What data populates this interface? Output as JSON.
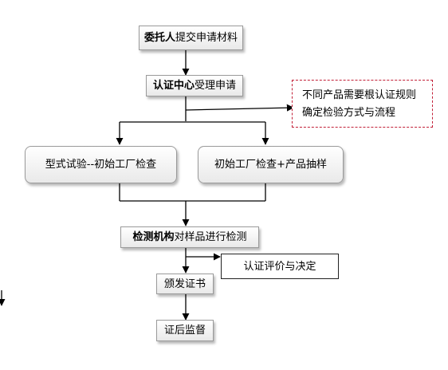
{
  "steps": {
    "submit": {
      "bold": "委托人",
      "rest": "提交申请材料"
    },
    "accept": {
      "bold": "认证中心",
      "rest": "受理申请"
    },
    "type_test": {
      "label": "型式试验--初始工厂检查"
    },
    "sampling": {
      "label": "初始工厂检查+产品抽样"
    },
    "lab_test": {
      "bold": "检测机构",
      "rest": "对样品进行检测"
    },
    "issue": {
      "label": "颁发证书"
    },
    "supervise": {
      "label": "证后监督"
    }
  },
  "notes": {
    "rules": {
      "line1": "不同产品需要根认证规则",
      "line2": "确定检验方式与流程"
    },
    "evaluation": {
      "label": "认证评价与决定"
    }
  },
  "colors": {
    "note_border": "#c21f37",
    "box_border": "#9a9a9a",
    "line": "#000000"
  }
}
